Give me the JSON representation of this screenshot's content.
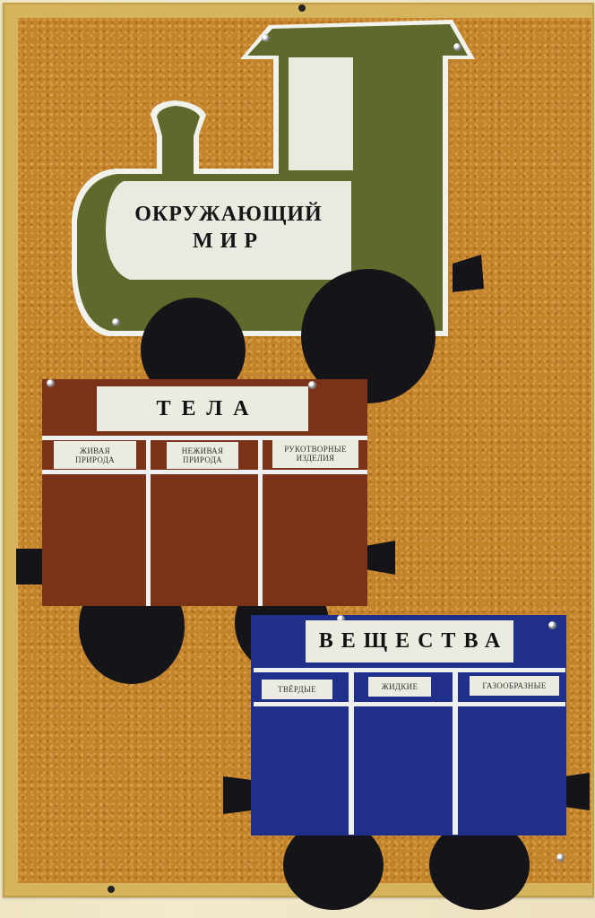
{
  "scene": {
    "description": "Classroom corkboard with paper train display",
    "colors": {
      "wall": "#efe4c3",
      "frame": "#d4b45c",
      "cork": "#c4842c",
      "locomotive": "#5d6a2c",
      "wagon_brown": "#7a3318",
      "wagon_blue": "#1f2f8a",
      "wheel": "#151418",
      "label_paper": "#ecebe2"
    }
  },
  "locomotive": {
    "title_line1": "ОКРУЖАЮЩИЙ",
    "title_line2": "МИР"
  },
  "wagon_bodies": {
    "title": "ТЕЛА",
    "columns": [
      "ЖИВАЯ ПРИРОДА",
      "НЕЖИВАЯ ПРИРОДА",
      "РУКОТВОРНЫЕ ИЗДЕЛИЯ"
    ],
    "column_lines": [
      [
        "ЖИВАЯ",
        "ПРИРОДА"
      ],
      [
        "НЕЖИВАЯ",
        "ПРИРОДА"
      ],
      [
        "РУКОТВОРНЫЕ",
        "ИЗДЕЛИЯ"
      ]
    ]
  },
  "wagon_substances": {
    "title": "ВЕЩЕСТВА",
    "columns": [
      "ТВЁРДЫЕ",
      "ЖИДКИЕ",
      "ГАЗООБРАЗНЫЕ"
    ]
  }
}
